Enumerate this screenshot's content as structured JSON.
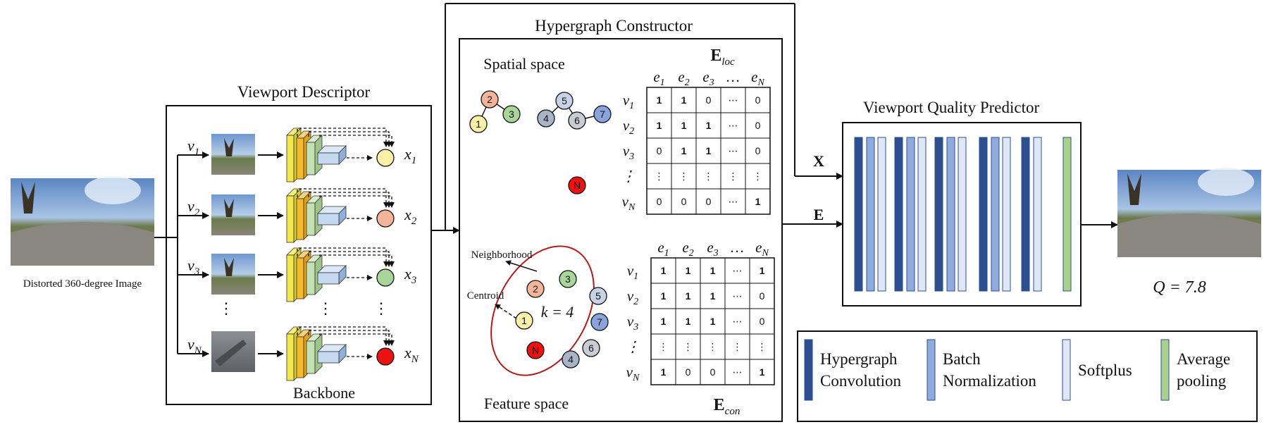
{
  "input": {
    "caption": "Distorted 360-degree Image"
  },
  "viewport_descriptor": {
    "title": "Viewport Descriptor",
    "backbone_label": "Backbone",
    "rows": [
      {
        "v": "v",
        "vsub": "1",
        "x": "x",
        "xsub": "1",
        "node_color": "#fbf0a8"
      },
      {
        "v": "v",
        "vsub": "2",
        "x": "x",
        "xsub": "2",
        "node_color": "#f3b49a"
      },
      {
        "v": "v",
        "vsub": "3",
        "x": "x",
        "xsub": "3",
        "node_color": "#a8d59a"
      },
      {
        "v": "v",
        "vsub": "N",
        "x": "x",
        "xsub": "N",
        "node_color": "#ee1111"
      }
    ],
    "ellipsis": "⋮"
  },
  "hypergraph": {
    "title": "Hypergraph Constructor",
    "spatial_label": "Spatial space",
    "feature_label": "Feature space",
    "neighborhood_label": "Neighborhood",
    "centroid_label": "Centroid",
    "k_label": "k = 4",
    "spatial_nodes": [
      {
        "label": "1",
        "color": "#fbf0a8"
      },
      {
        "label": "2",
        "color": "#f3b49a"
      },
      {
        "label": "3",
        "color": "#a8d59a"
      },
      {
        "label": "4",
        "color": "#a7b3c6"
      },
      {
        "label": "5",
        "color": "#c6d3e6"
      },
      {
        "label": "6",
        "color": "#c9ccd3"
      },
      {
        "label": "7",
        "color": "#8aa3dd"
      },
      {
        "label": "N",
        "color": "#ee1111"
      }
    ],
    "e_loc": {
      "name": "E",
      "sub": "loc",
      "cols": [
        "e1",
        "e2",
        "e3",
        "…",
        "eN"
      ],
      "rows": [
        "v1",
        "v2",
        "v3",
        "⋮",
        "vN"
      ],
      "cells": [
        [
          "1",
          "1",
          "0",
          "⋯",
          "0"
        ],
        [
          "1",
          "1",
          "1",
          "⋯",
          "0"
        ],
        [
          "0",
          "1",
          "1",
          "⋯",
          "0"
        ],
        [
          "⋮",
          "⋮",
          "⋮",
          "⋮",
          "⋮"
        ],
        [
          "0",
          "0",
          "0",
          "⋯",
          "1"
        ]
      ]
    },
    "e_con": {
      "name": "E",
      "sub": "con",
      "cols": [
        "e1",
        "e2",
        "e3",
        "…",
        "eN"
      ],
      "rows": [
        "v1",
        "v2",
        "v3",
        "⋮",
        "vN"
      ],
      "cells": [
        [
          "1",
          "1",
          "1",
          "⋯",
          "1"
        ],
        [
          "1",
          "1",
          "1",
          "⋯",
          "0"
        ],
        [
          "1",
          "1",
          "1",
          "⋯",
          "0"
        ],
        [
          "⋮",
          "⋮",
          "⋮",
          "⋮",
          "⋮"
        ],
        [
          "1",
          "0",
          "0",
          "⋯",
          "1"
        ]
      ]
    }
  },
  "predictor": {
    "title": "Viewport Quality Predictor",
    "input_x": "X",
    "input_e": "E",
    "output": "Q = 7.8"
  },
  "legend": [
    {
      "line1": "Hypergraph",
      "line2": "Convolution",
      "color": "#2e4f8f"
    },
    {
      "line1": "Batch",
      "line2": "Normalization",
      "color": "#8faadc"
    },
    {
      "line1": "Softplus",
      "line2": "",
      "color": "#dde7f5"
    },
    {
      "line1": "Average",
      "line2": "pooling",
      "color": "#a9d18e"
    }
  ]
}
